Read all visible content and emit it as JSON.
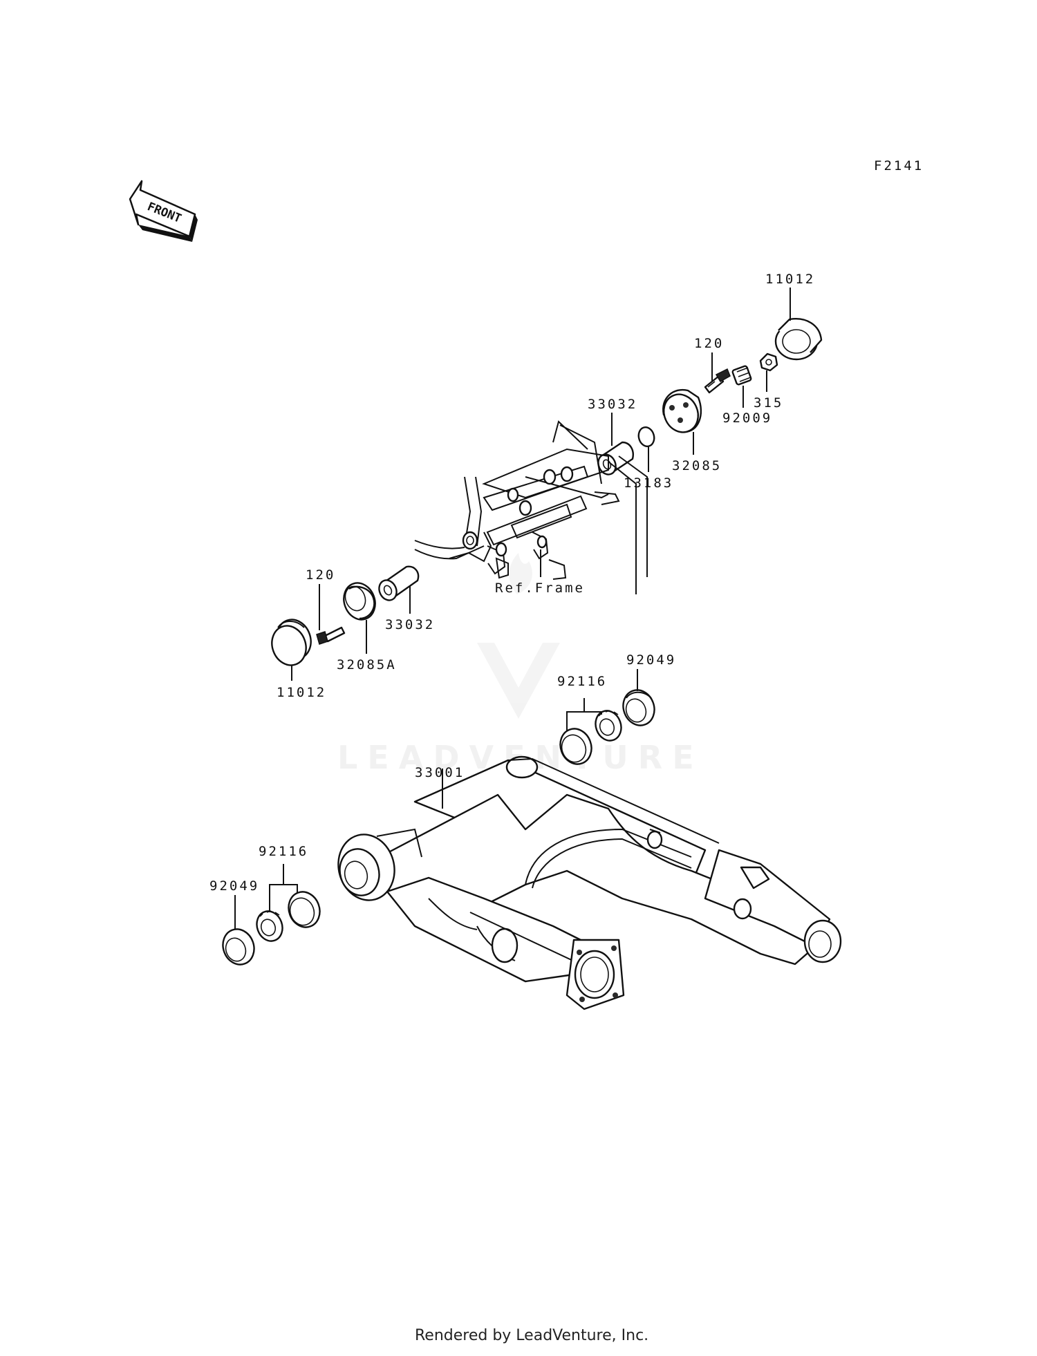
{
  "diagram": {
    "code": "F2141",
    "front_label": "FRONT",
    "watermark": "LEADVENTURE",
    "footer": "Rendered by LeadVenture, Inc.",
    "labels": {
      "p11012_top": "11012",
      "p120_top": "120",
      "p315": "315",
      "p92009": "92009",
      "p32085": "32085",
      "p33032_top": "33032",
      "p13183": "13183",
      "ref_frame": "Ref.Frame",
      "p120_left": "120",
      "p33032_left": "33032",
      "p32085A": "32085A",
      "p11012_left": "11012",
      "p92049_right": "92049",
      "p92116_right": "92116",
      "p33001": "33001",
      "p92116_left": "92116",
      "p92049_left": "92049"
    }
  }
}
